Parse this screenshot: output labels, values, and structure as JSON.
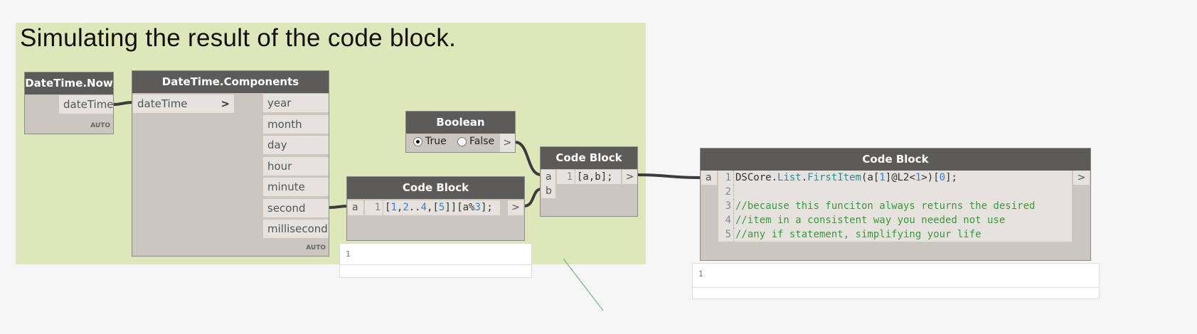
{
  "group": {
    "title": "Simulating the result of the code block."
  },
  "nodes": {
    "datetime_now": {
      "title": "DateTime.Now",
      "output": "dateTime",
      "lacing": "AUTO"
    },
    "datetime_components": {
      "title": "DateTime.Components",
      "input": "dateTime",
      "input_arrow": ">",
      "outputs": [
        "year",
        "month",
        "day",
        "hour",
        "minute",
        "second",
        "millisecond"
      ],
      "lacing": "AUTO"
    },
    "boolean": {
      "title": "Boolean",
      "option_true": "True",
      "option_false": "False",
      "selected": "True",
      "output": ">"
    },
    "code_block_1": {
      "title": "Code Block",
      "input": "a",
      "line_no": "1",
      "code_parts": [
        "[",
        "1",
        ",",
        "2",
        "..",
        "4",
        ",[",
        "5",
        "]][a%",
        "3",
        "];"
      ],
      "output": ">",
      "preview": "1"
    },
    "code_block_2": {
      "title": "Code Block",
      "inputs": [
        "a",
        "b"
      ],
      "line_no": "1",
      "code": "[a,b];",
      "output": ">"
    },
    "code_block_3": {
      "title": "Code Block",
      "input": "a",
      "output": ">",
      "preview": "1",
      "lines": [
        {
          "no": "1",
          "parts": [
            "DSCore.",
            "List",
            ".",
            "FirstItem",
            "(a[",
            "1",
            "]@L2<",
            "1",
            ">)[",
            "0",
            "];"
          ]
        },
        {
          "no": "2",
          "text": ""
        },
        {
          "no": "3",
          "text": "//because this funciton always returns the desired"
        },
        {
          "no": "4",
          "text": "//item in a consistent way you needed not use"
        },
        {
          "no": "5",
          "text": "//any if statement, simplifying your life"
        }
      ]
    }
  },
  "colors": {
    "group": "#dde7b9",
    "header": "#5d5b59",
    "node_body": "#cbc6bf",
    "number": "#2a82da",
    "comment": "#3a9a3a"
  }
}
